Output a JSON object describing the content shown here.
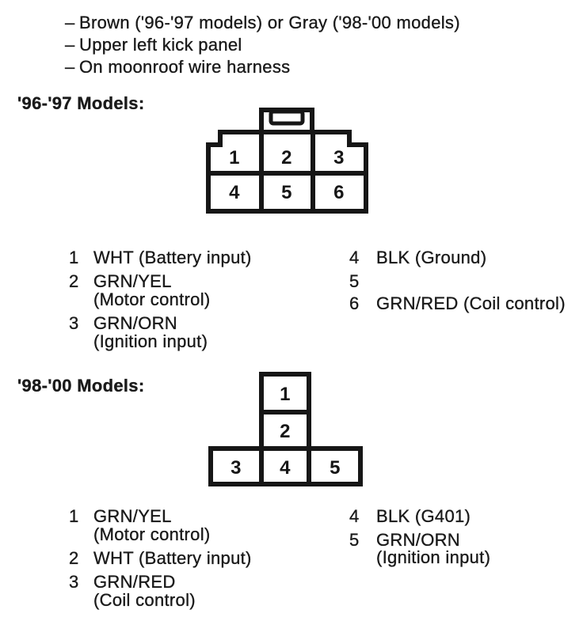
{
  "header": {
    "bullet_marker": "–",
    "bullets": [
      "Brown ('96-'97 models) or Gray ('98-'00 models)",
      "Upper left kick panel",
      "On moonroof wire harness"
    ]
  },
  "model_96_97": {
    "title": "'96-'97 Models:",
    "connector_shape": "6-cavity connector, 2 rows of 3, locking tab on top",
    "pins": [
      "1",
      "2",
      "3",
      "4",
      "5",
      "6"
    ],
    "legend_left": [
      {
        "num": "1",
        "text": "WHT (Battery input)"
      },
      {
        "num": "2",
        "text": "GRN/YEL"
      },
      {
        "num": "",
        "text": "(Motor control)"
      },
      {
        "num": "3",
        "text": "GRN/ORN"
      },
      {
        "num": "",
        "text": "(Ignition input)"
      }
    ],
    "legend_right": [
      {
        "num": "4",
        "text": "BLK (Ground)"
      },
      {
        "num": "5",
        "text": ""
      },
      {
        "num": "6",
        "text": "GRN/RED (Coil control)"
      }
    ]
  },
  "model_98_00": {
    "title": "'98-'00 Models:",
    "connector_shape": "5-cavity T-shaped connector, pins 1-2 stacked above row of 3-4-5",
    "pins": [
      "1",
      "2",
      "3",
      "4",
      "5"
    ],
    "legend_left": [
      {
        "num": "1",
        "text": "GRN/YEL"
      },
      {
        "num": "",
        "text": "(Motor control)"
      },
      {
        "num": "2",
        "text": "WHT (Battery input)"
      },
      {
        "num": "3",
        "text": "GRN/RED"
      },
      {
        "num": "",
        "text": "(Coil control)"
      }
    ],
    "legend_right": [
      {
        "num": "4",
        "text": "BLK (G401)"
      },
      {
        "num": "5",
        "text": "GRN/ORN"
      },
      {
        "num": "",
        "text": "(Ignition input)"
      }
    ]
  }
}
